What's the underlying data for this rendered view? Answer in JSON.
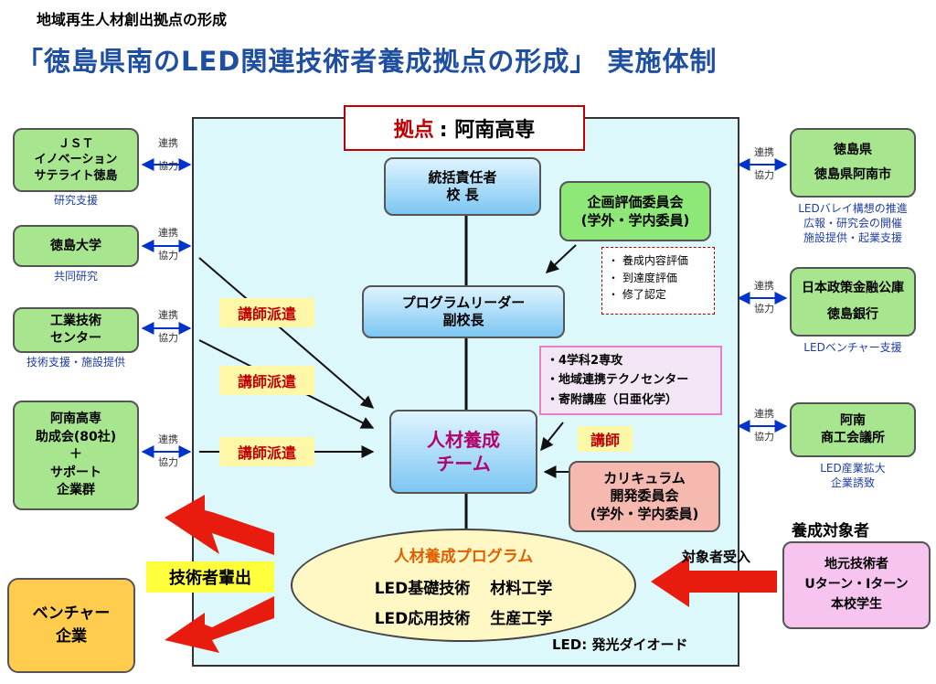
{
  "header": {
    "supertitle": "地域再生人材創出拠点の形成",
    "title": "「徳島県南のLED関連技術者養成拠点の形成」 実施体制"
  },
  "hub": {
    "label_red": "拠点",
    "label_rest": ": 阿南高専"
  },
  "link_label_1": "連携",
  "link_label_2": "協力",
  "left_orgs": [
    {
      "lines": [
        "ＪＳＴ",
        "イノベーション",
        "サテライト徳島"
      ],
      "caption": "研究支援"
    },
    {
      "lines": [
        "徳島大学"
      ],
      "caption": "共同研究"
    },
    {
      "lines": [
        "工業技術",
        "センター"
      ],
      "caption": "技術支援・施設提供"
    },
    {
      "lines": [
        "阿南高専",
        "助成会(80社)",
        "＋",
        "サポート",
        "企業群"
      ],
      "caption": ""
    }
  ],
  "right_orgs": [
    {
      "lines": [
        "徳島県",
        "",
        "徳島県阿南市"
      ],
      "captions": [
        "LEDバレイ構想の推進",
        "広報・研究会の開催",
        "施設提供・起業支援"
      ]
    },
    {
      "lines": [
        "日本政策金融公庫",
        "",
        "徳島銀行"
      ],
      "captions": [
        "LEDベンチャー支援"
      ]
    },
    {
      "lines": [
        "阿南",
        "商工会議所"
      ],
      "captions": [
        "LED産業拡大",
        "企業誘致"
      ]
    }
  ],
  "center": {
    "director": [
      "統括責任者",
      "校  長"
    ],
    "committee": [
      "企画評価委員会",
      "(学外・学内委員)"
    ],
    "eval_items": [
      "・ 養成内容評価",
      "・ 到達度評価",
      "・ 修了認定"
    ],
    "leader": [
      "プログラムリーダー",
      "副校長"
    ],
    "dept_items": [
      "・4学科2専攻",
      "・地域連携テクノセンター",
      "・寄附講座（日亜化学）"
    ],
    "team": [
      "人材養成",
      "チーム"
    ],
    "lecturer": "講師",
    "curriculum": [
      "カリキュラム",
      "開発委員会",
      "(学外・学内委員)"
    ],
    "program_title": "人材養成プログラム",
    "program_rows": [
      [
        "LED基礎技術",
        "材料工学"
      ],
      [
        "LED応用技術",
        "生産工学"
      ]
    ],
    "led_note": "LED: 発光ダイオード"
  },
  "dispatch_label": "講師派遣",
  "output_label": "技術者輩出",
  "venture": [
    "ベンチャー",
    "企業"
  ],
  "target": {
    "heading": "養成対象者",
    "accept": "対象者受入",
    "lines": [
      "地元技術者",
      "Uターン・Iターン",
      "本校学生"
    ]
  },
  "colors": {
    "accent_blue": "#1f4fa0",
    "red": "#c00000",
    "green_box": "#a7e58f",
    "panel": "#ddf8fb"
  }
}
